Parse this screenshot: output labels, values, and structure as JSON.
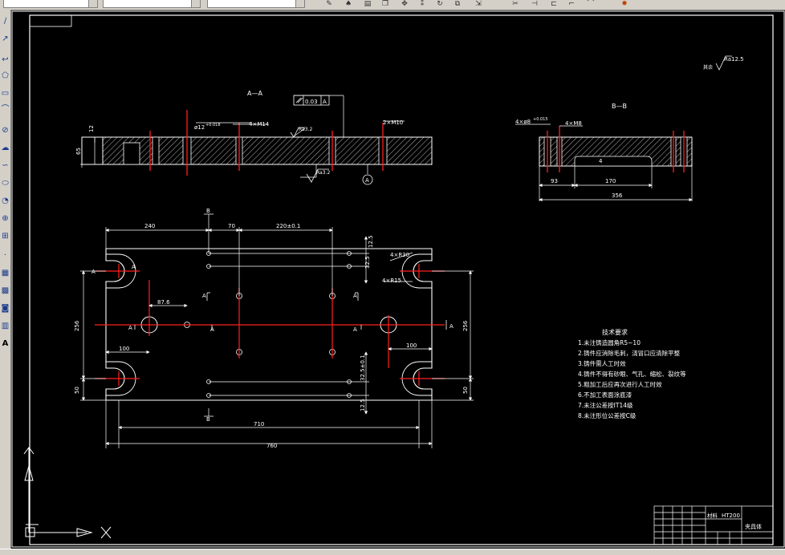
{
  "drawing": {
    "section_aa_label": "A—A",
    "section_bb_label": "B—B",
    "flatness_tolerance": "0.03",
    "flatness_datum": "A",
    "datum_symbol": "A",
    "roughness_general": "Ra12.5",
    "roughness_general_prefix": "其余",
    "roughness_top": "Ra3.2",
    "roughness_bottom": "Ra3.2",
    "aa_dims": {
      "dim_12": "12",
      "dim_65": "65",
      "hole_phi12": "ø12",
      "hole_phi12_tol": "+0.018",
      "tap_4xm14": "4×M14",
      "tap_2xm10": "2×M10"
    },
    "bb_dims": {
      "holes_4xphi8": "4×ø8",
      "holes_4xphi8_tol": "+0.015",
      "tap_4xm8": "4×M8",
      "dim_4": "4",
      "dim_93": "93",
      "dim_170": "170",
      "dim_356": "356"
    },
    "plan_dims": {
      "dim_240": "240",
      "dim_70": "70",
      "dim_220": "220±0.1",
      "dim_12_5_top": "12.5",
      "dim_32_5_top": "32.5",
      "dim_4xr30": "4×R30",
      "dim_4xr15": "4×R15",
      "dim_87_6": "87.6",
      "dim_256_left": "256",
      "dim_256_right": "256",
      "dim_100_left": "100",
      "dim_100_right": "100",
      "dim_50_left": "50",
      "dim_50_right": "50",
      "dim_32_5_bottom": "32.5±0.1",
      "dim_12_5_bottom": "12.5",
      "dim_710": "710",
      "dim_760": "760",
      "section_b": "B",
      "section_a": "A"
    },
    "tech_requirements": {
      "title": "技术要求",
      "items": [
        "1.未注铸造圆角R5~10",
        "2.铸件应消除毛刺，浇冒口应清除平整",
        "3.铸件需人工时效",
        "4.铸件不得有砂眼、气孔、缩松、裂纹等",
        "5.粗加工后应再次进行人工时效",
        "6.不加工表面涂底漆",
        "7.未注公差按IT14级",
        "8.未注形位公差按C级"
      ]
    },
    "title_block": {
      "material_label": "材料",
      "material": "HT200",
      "part_name": "夹具体"
    }
  },
  "colors": {
    "line": "#ffffff",
    "centerline": "#ff2020",
    "hatch": "#ffffff",
    "background": "#000000"
  }
}
